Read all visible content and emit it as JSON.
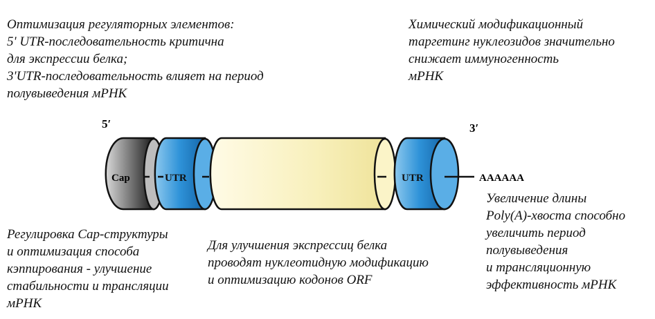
{
  "diagram": {
    "end_5": "5′",
    "end_3": "3′",
    "cap_label": "Cap",
    "utr5_label": "UTR",
    "utr3_label": "UTR",
    "polya_label": "AAAAAA"
  },
  "annotations": {
    "top_left": [
      "Оптимизация регуляторных элементов:",
      "5' UTR-последовательность критична",
      "для экспрессии белка;",
      "3'UTR-последовательность влияет на период",
      "полувыведения мРНК"
    ],
    "top_right": [
      "Химический модификационный",
      "таргетинг нуклеозидов значительно",
      "снижает иммуногенность",
      "мРНК"
    ],
    "bottom_left": [
      "Регулировка Cap-структуры",
      "и оптимизация способа",
      "кэппирования - улучшение",
      "стабильности и трансляции",
      "мРНК"
    ],
    "bottom_middle": [
      "Для улучшения экспрессиц белка",
      "проводят нуклеотидную модификацию",
      "и оптимизацию кодонов ORF"
    ],
    "bottom_right": [
      "Увеличение длины",
      "Poly(A)-хвоста способно",
      "увеличить период",
      "полувыведения",
      "и трансляционную",
      "эффективность мРНК"
    ]
  },
  "colors": {
    "cap": "#555555",
    "utr": "#2a8fd6",
    "orf": "#f6f0b8"
  }
}
